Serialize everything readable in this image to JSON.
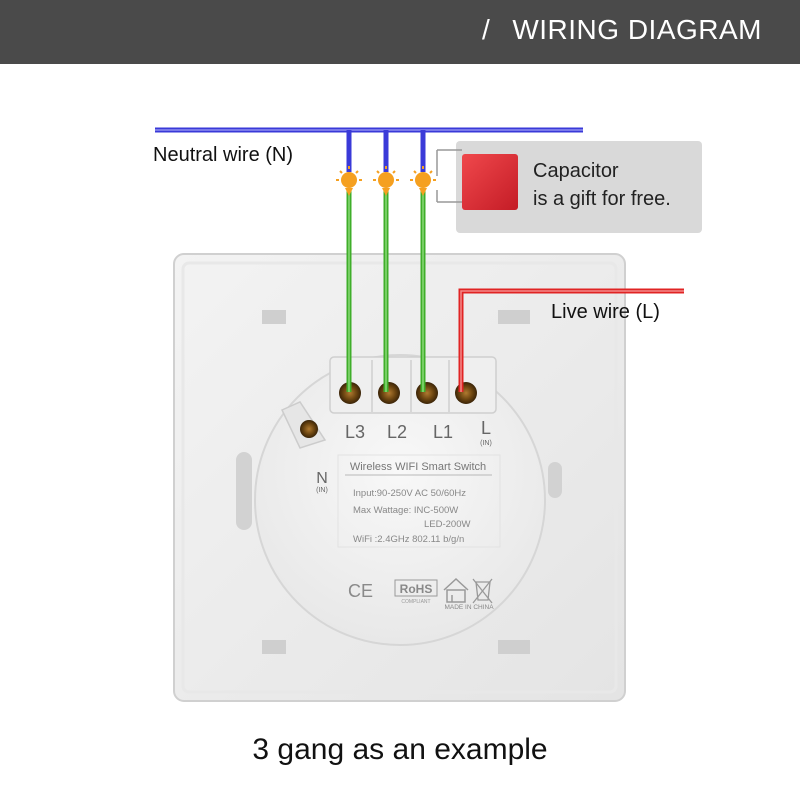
{
  "header": {
    "slash": "/",
    "title": "WIRING DIAGRAM"
  },
  "labels": {
    "neutral_wire": "Neutral wire (N)",
    "live_wire": "Live wire (L)"
  },
  "capacitor_note": {
    "line1": "Capacitor",
    "line2": "is a gift for free."
  },
  "terminals": [
    {
      "label": "L3",
      "sub": ""
    },
    {
      "label": "L2",
      "sub": ""
    },
    {
      "label": "L1",
      "sub": ""
    },
    {
      "label": "L",
      "sub": "(IN)"
    }
  ],
  "neutral_terminal": {
    "label": "N",
    "sub": "(IN)"
  },
  "switch_label": {
    "title": "Wireless WIFI Smart Switch",
    "input": "Input:90-250V AC  50/60Hz",
    "max_wattage": "Max Wattage:  INC-500W",
    "led": "LED-200W",
    "wifi": "WiFi :2.4GHz   802.11 b/g/n",
    "ce": "CE",
    "rohs": "RoHS",
    "rohs_sub": "COMPLIANT",
    "made_in": "MADE IN CHINA"
  },
  "caption": "3 gang as an example",
  "colors": {
    "header_bg": "#4a4a4a",
    "neutral_wire": "#3a3ad8",
    "live_wire": "#e02424",
    "load_wire": "#3fae2a",
    "lamp": "#f5a020",
    "capacitor": "#e0303a",
    "note_bg": "#d9d9d9"
  }
}
